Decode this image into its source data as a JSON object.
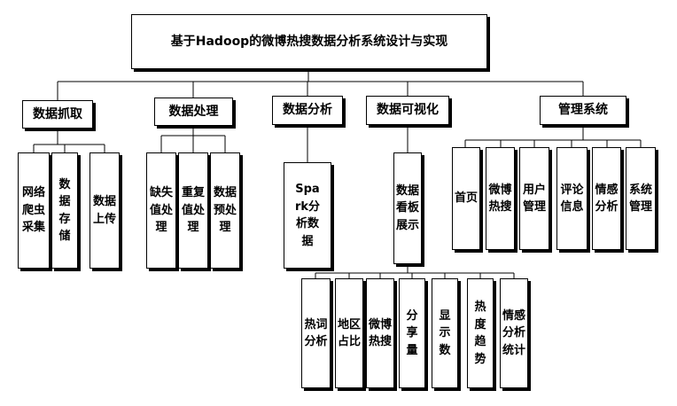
{
  "root": "基于Hadoop的微博热搜数据分析系统设计与实现",
  "branches": [
    {
      "label": "数据抓取",
      "children": [
        "网络爬虫采集",
        "数据存储",
        "数据上传"
      ]
    },
    {
      "label": "数据处理",
      "children": [
        "缺失值处理",
        "重复值处理",
        "数据预处理"
      ]
    },
    {
      "label": "数据分析",
      "children": [
        "Spark分析数据"
      ]
    },
    {
      "label": "数据可视化",
      "children": [
        "数据看板展示"
      ],
      "grandchildren": [
        "热词分析",
        "地区占比",
        "微博热搜",
        "分享量",
        "显示数",
        "热度趋势",
        "情感分析统计"
      ]
    },
    {
      "label": "管理系统",
      "children": [
        "首页",
        "微博热搜",
        "用户管理",
        "评论信息",
        "情感分析",
        "系统管理"
      ]
    }
  ]
}
